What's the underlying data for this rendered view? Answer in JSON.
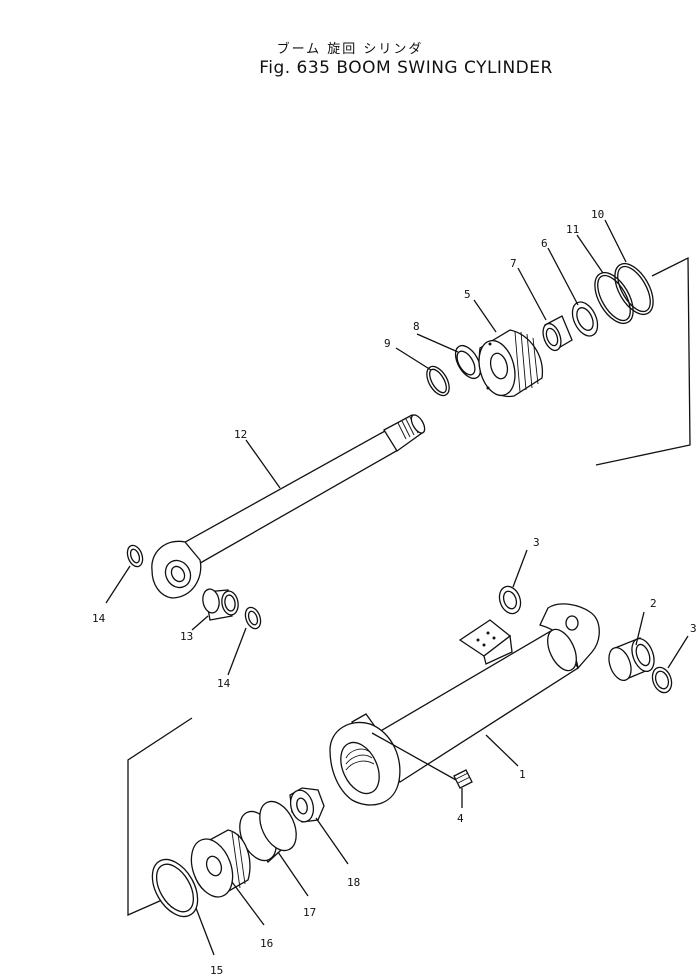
{
  "title": {
    "japanese": "ブーム 旋回 シリンダ",
    "english": "Fig. 635 BOOM SWING CYLINDER"
  },
  "callouts": [
    "1",
    "2",
    "3",
    "3",
    "4",
    "5",
    "6",
    "7",
    "8",
    "9",
    "10",
    "11",
    "12",
    "13",
    "14",
    "14",
    "15",
    "16",
    "17",
    "18"
  ]
}
